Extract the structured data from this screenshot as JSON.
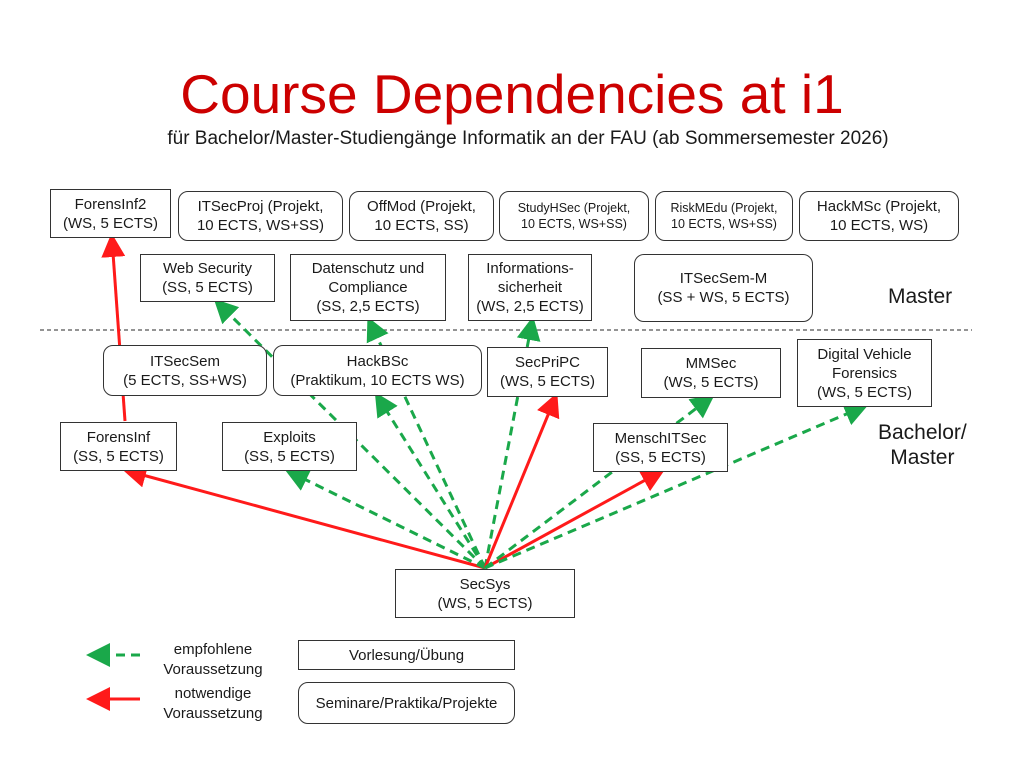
{
  "title": "Course Dependencies at i1",
  "subtitle": "für Bachelor/Master-Studiengänge Informatik an der FAU (ab Sommersemester 2026)",
  "levels": {
    "master": "Master",
    "bachelor_master": "Bachelor/\nMaster"
  },
  "colors": {
    "title": "#cc0000",
    "required": "#ff1a1a",
    "recommended": "#1aa84a"
  },
  "courses": {
    "forensinf2": {
      "label": "ForensInf2\n(WS, 5 ECTS)",
      "type": "lecture"
    },
    "itsecproj": {
      "label": "ITSecProj (Projekt,\n10 ECTS, WS+SS)",
      "type": "project"
    },
    "offmod": {
      "label": "OffMod (Projekt,\n10 ECTS, SS)",
      "type": "project"
    },
    "studyhsec": {
      "label": "StudyHSec (Projekt,\n10 ECTS, WS+SS)",
      "type": "project"
    },
    "riskmedu": {
      "label": "RiskMEdu (Projekt,\n10 ECTS, WS+SS)",
      "type": "project"
    },
    "hackmsc": {
      "label": "HackMSc (Projekt,\n10 ECTS, WS)",
      "type": "project"
    },
    "websecurity": {
      "label": "Web Security\n(SS, 5 ECTS)",
      "type": "lecture"
    },
    "datenschutz": {
      "label": "Datenschutz und\nCompliance\n(SS, 2,5 ECTS)",
      "type": "lecture"
    },
    "infosec": {
      "label": "Informations-\nsicherheit\n(WS, 2,5 ECTS)",
      "type": "lecture"
    },
    "itsecsemm": {
      "label": "ITSecSem-M\n(SS + WS, 5 ECTS)",
      "type": "seminar"
    },
    "itsecsem": {
      "label": "ITSecSem\n(5 ECTS, SS+WS)",
      "type": "seminar"
    },
    "hackbsc": {
      "label": "HackBSc\n(Praktikum, 10 ECTS WS)",
      "type": "seminar"
    },
    "secpripc": {
      "label": "SecPriPC\n(WS, 5 ECTS)",
      "type": "lecture"
    },
    "mmsec": {
      "label": "MMSec\n(WS, 5 ECTS)",
      "type": "lecture"
    },
    "dvf": {
      "label": "Digital Vehicle\nForensics\n(WS, 5 ECTS)",
      "type": "lecture"
    },
    "forensinf": {
      "label": "ForensInf\n(SS, 5 ECTS)",
      "type": "lecture"
    },
    "exploits": {
      "label": "Exploits\n(SS, 5 ECTS)",
      "type": "lecture"
    },
    "menschitsec": {
      "label": "MenschITSec\n(SS, 5 ECTS)",
      "type": "lecture"
    },
    "secsys": {
      "label": "SecSys\n(WS, 5 ECTS)",
      "type": "lecture"
    }
  },
  "dependencies": [
    {
      "from": "secsys",
      "to": "forensinf",
      "kind": "required"
    },
    {
      "from": "secsys",
      "to": "exploits",
      "kind": "recommended"
    },
    {
      "from": "secsys",
      "to": "hackbsc",
      "kind": "recommended"
    },
    {
      "from": "secsys",
      "to": "websecurity",
      "kind": "recommended"
    },
    {
      "from": "secsys",
      "to": "datenschutz",
      "kind": "recommended"
    },
    {
      "from": "secsys",
      "to": "infosec",
      "kind": "recommended"
    },
    {
      "from": "secsys",
      "to": "secpripc",
      "kind": "required"
    },
    {
      "from": "secsys",
      "to": "menschitsec",
      "kind": "required"
    },
    {
      "from": "secsys",
      "to": "mmsec",
      "kind": "recommended"
    },
    {
      "from": "secsys",
      "to": "dvf",
      "kind": "recommended"
    },
    {
      "from": "forensinf",
      "to": "forensinf2",
      "kind": "required"
    }
  ],
  "legend": {
    "recommended": "empfohlene\nVoraussetzung",
    "required": "notwendige\nVoraussetzung",
    "lecture": "Vorlesung/Übung",
    "seminar": "Seminare/Praktika/Projekte"
  }
}
